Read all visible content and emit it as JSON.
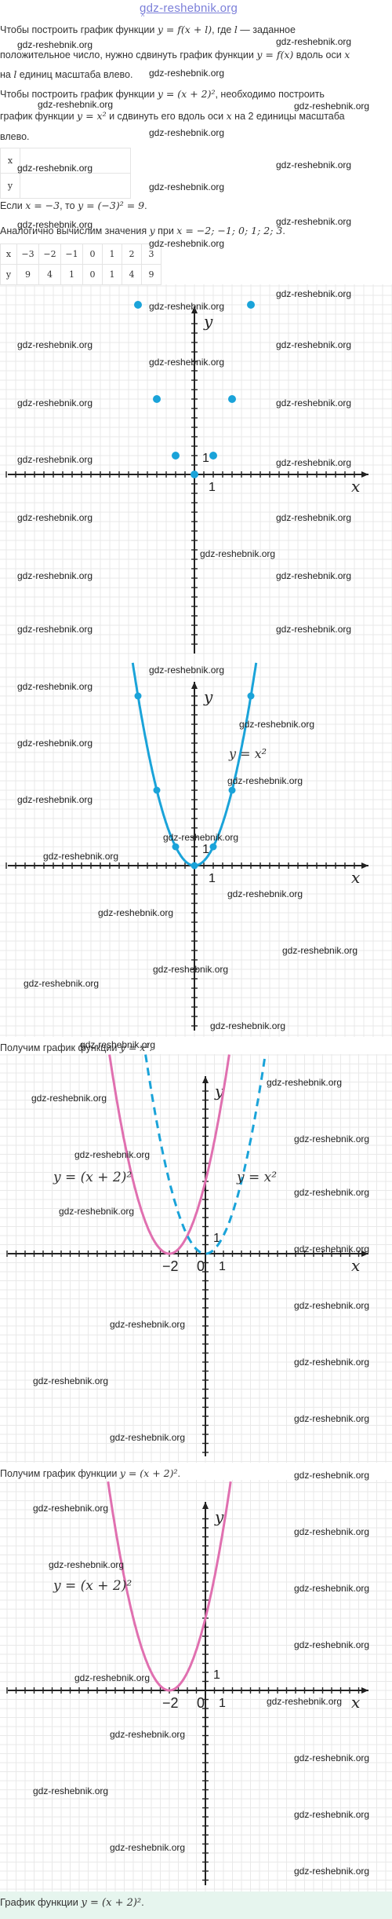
{
  "header": {
    "site": "gdz-reshebnik.org"
  },
  "watermark": "gdz-reshebnik.org",
  "intro": {
    "line1_a": "Чтобы построить график функции ",
    "line1_math": "y = f(x + l)",
    "line1_b": ", где ",
    "line1_math2": "l",
    "line1_c": " — заданное",
    "line2_a": "положительное число, нужно сдвинуть график функции ",
    "line2_math": "y = f(x)",
    "line2_b": " вдоль оси ",
    "line2_math2": "x",
    "line3_a": "на ",
    "line3_math": "l",
    "line3_b": " единиц масштаба влево."
  },
  "step": {
    "line1_a": "Чтобы построить график функции ",
    "line1_math": "y = (x + 2)²",
    "line1_b": ", необходимо построить",
    "line2_a": "график функции ",
    "line2_math": "y = x²",
    "line2_b": " и сдвинуть его вдоль оси ",
    "line2_math2": "x",
    "line2_c": " на 2 единицы масштаба",
    "line3": "влево."
  },
  "table1": {
    "x_label": "x",
    "y_label": "y"
  },
  "example": {
    "a": "Если ",
    "m1": "x = −3",
    "b": ", то ",
    "m2": "y = (−3)² = 9",
    "c": "."
  },
  "similar": {
    "a": "Аналогично вычислим значения ",
    "m1": "y",
    "b": " при ",
    "m2": "x = −2; −1; 0; 1; 2; 3",
    "c": "."
  },
  "table2": {
    "header": [
      "x",
      "−3",
      "−2",
      "−1",
      "0",
      "1",
      "2",
      "3"
    ],
    "row": [
      "y",
      "9",
      "4",
      "1",
      "0",
      "1",
      "4",
      "9"
    ]
  },
  "captions": {
    "c1_a": "Получим график функции ",
    "c1_m": "y = x²",
    "c1_b": ".",
    "c2_a": "Получим график функции ",
    "c2_m": "y = (x + 2)²",
    "c2_b": ".",
    "final_a": "График функции ",
    "final_m": "y = (x + 2)²",
    "final_b": "."
  },
  "graph_labels": {
    "x_axis": "x",
    "y_axis": "y",
    "one": "1",
    "zero": "0",
    "minus_two": "−2",
    "parabola": "y = x²",
    "shifted": "y = (x + 2)²"
  },
  "chart_data": [
    {
      "type": "scatter",
      "title": "",
      "xlabel": "x",
      "ylabel": "y",
      "series": [
        {
          "x": [
            -3,
            -2,
            -1,
            0,
            1,
            2,
            3
          ],
          "y": [
            9,
            4,
            1,
            0,
            1,
            4,
            9
          ]
        }
      ],
      "grid": true
    },
    {
      "type": "line",
      "title": "",
      "xlabel": "x",
      "ylabel": "y",
      "series": [
        {
          "name": "y = x²",
          "x": [
            -3,
            -2,
            -1,
            0,
            1,
            2,
            3
          ],
          "y": [
            9,
            4,
            1,
            0,
            1,
            4,
            9
          ]
        }
      ],
      "grid": true
    },
    {
      "type": "line",
      "title": "",
      "xlabel": "x",
      "ylabel": "y",
      "series": [
        {
          "name": "y = (x + 2)²",
          "x": [
            -5,
            -4,
            -3,
            -2,
            -1,
            0,
            1
          ],
          "y": [
            9,
            4,
            1,
            0,
            1,
            4,
            9
          ]
        },
        {
          "name": "y = x²",
          "x": [
            -3,
            -2,
            -1,
            0,
            1,
            2,
            3
          ],
          "y": [
            9,
            4,
            1,
            0,
            1,
            4,
            9
          ]
        }
      ],
      "grid": true
    },
    {
      "type": "line",
      "title": "",
      "xlabel": "x",
      "ylabel": "y",
      "series": [
        {
          "name": "y = (x + 2)²",
          "x": [
            -5,
            -4,
            -3,
            -2,
            -1,
            0,
            1
          ],
          "y": [
            9,
            4,
            1,
            0,
            1,
            4,
            9
          ]
        }
      ],
      "grid": true
    }
  ],
  "colors": {
    "points": "#1aa3d9",
    "parabola": "#1aa3d9",
    "shifted": "#e070b0",
    "grid": "#e9e9e9",
    "axis": "#222222",
    "footer": "#e6f5ee"
  }
}
